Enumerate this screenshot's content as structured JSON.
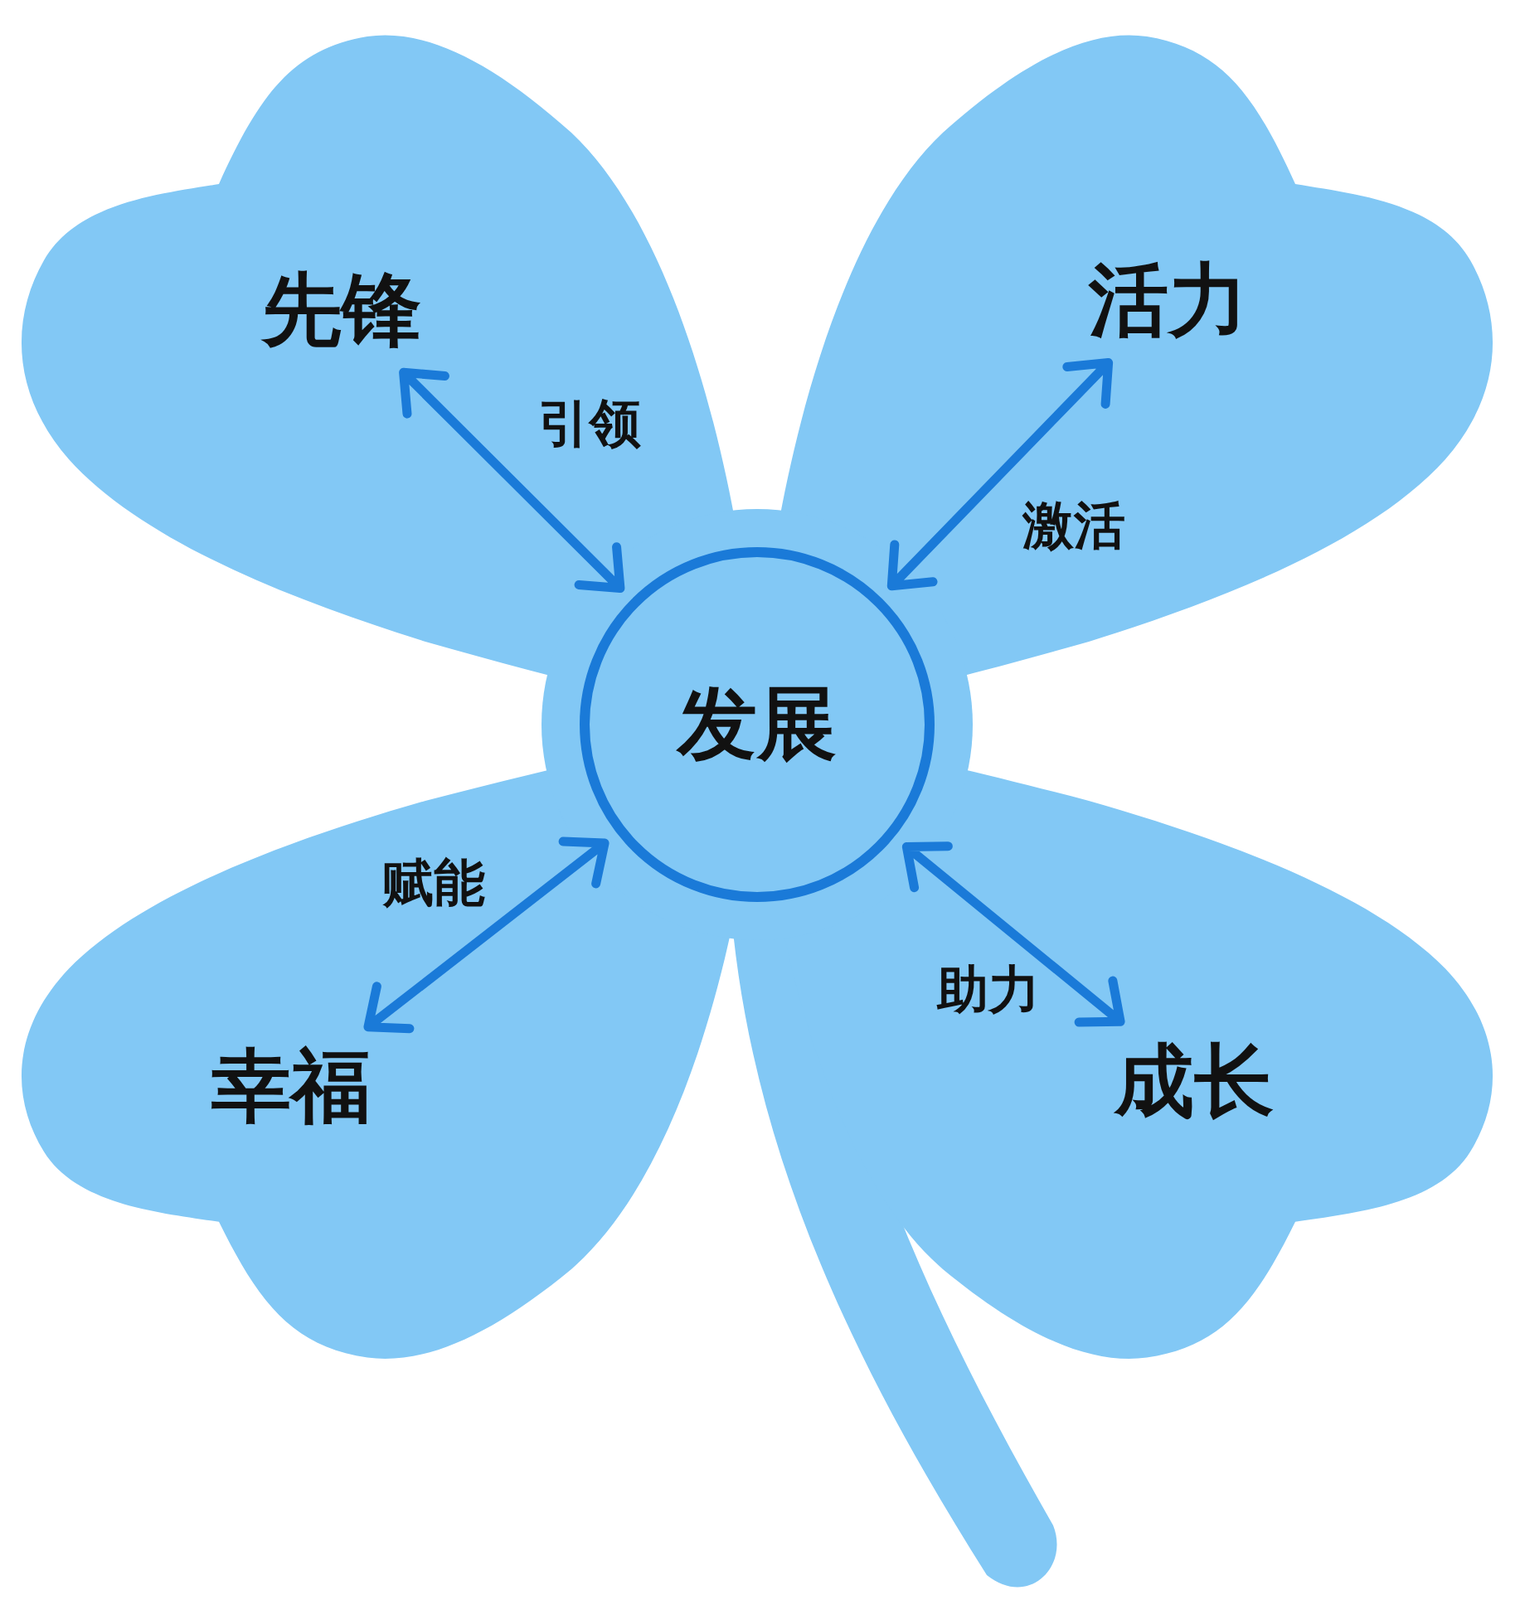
{
  "diagram": {
    "nodes": [
      {
        "text": [
          "先锋"
        ]
      },
      {
        "text": [
          "活力"
        ]
      },
      {
        "text": [
          "发展"
        ]
      },
      {
        "text": [
          "幸福"
        ]
      },
      {
        "text": [
          "成长"
        ]
      }
    ],
    "edges": [
      {
        "from": 0,
        "to": 2,
        "label": "引领",
        "arrow": "both"
      },
      {
        "from": 1,
        "to": 2,
        "label": "激活",
        "arrow": "both"
      },
      {
        "from": 3,
        "to": 2,
        "label": "赋能",
        "arrow": "both"
      },
      {
        "from": 4,
        "to": 2,
        "label": "助力",
        "arrow": "both"
      }
    ]
  }
}
